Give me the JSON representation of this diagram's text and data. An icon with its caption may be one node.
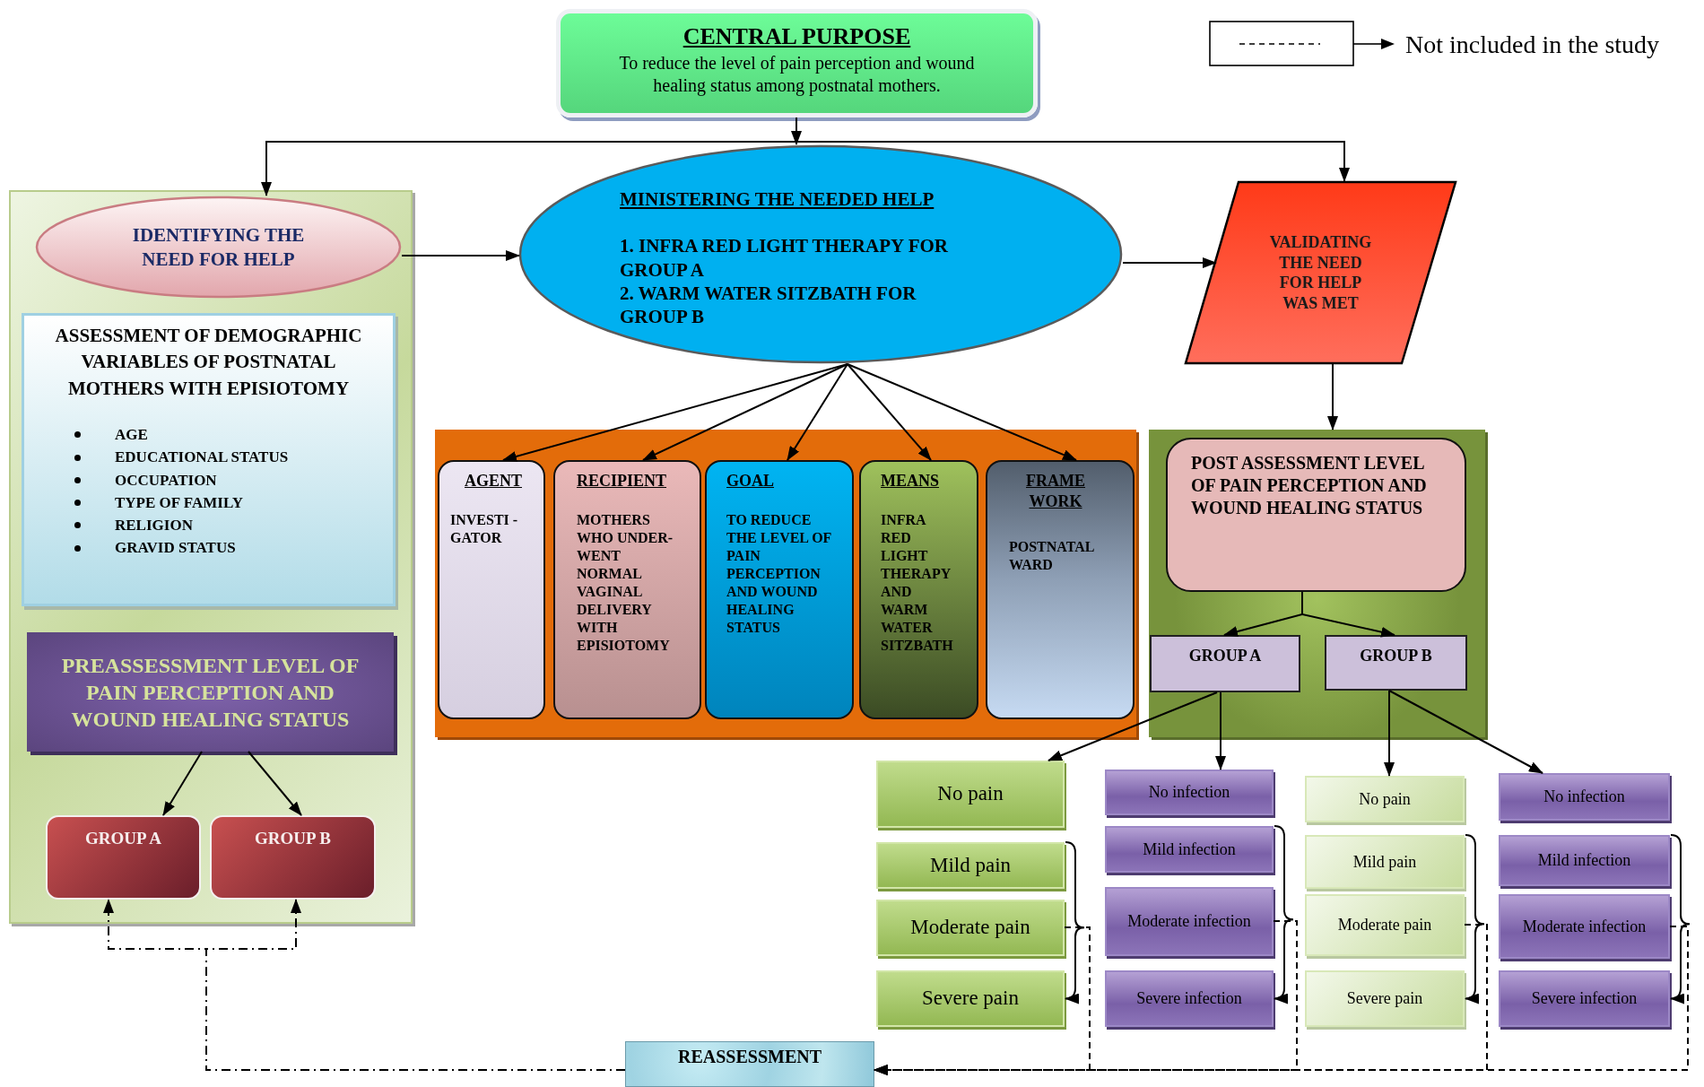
{
  "diagram": {
    "nodes": [
      {
        "text": [
          "CENTRAL PURPOSE",
          "To reduce the level of pain perception and wound healing status among postnatal mothers."
        ]
      },
      {
        "text": [],
        "shape": "box"
      },
      {
        "text": [
          "IDENTIFYING THE NEED FOR HELP"
        ],
        "in": 1
      },
      {
        "text": [
          "ASSESSMENT OF DEMOGRAPHIC VARIABLES OF POSTNATAL MOTHERS WITH EPISIOTOMY",
          "AGE",
          "EDUCATIONAL STATUS",
          "OCCUPATION",
          "TYPE OF FAMILY",
          "RELIGION",
          "GRAVID STATUS"
        ],
        "in": 1
      },
      {
        "text": [
          "PREASSESSMENT LEVEL OF PAIN PERCEPTION AND WOUND HEALING STATUS"
        ],
        "in": 1
      },
      {
        "text": [
          "GROUP A"
        ],
        "in": 1
      },
      {
        "text": [
          "GROUP B"
        ],
        "in": 1
      },
      {
        "text": [
          "MINISTERING THE NEEDED HELP",
          "1. INFRA RED LIGHT THERAPY FOR GROUP A",
          "2. WARM WATER SITZBATH FOR GROUP B"
        ]
      },
      {
        "text": [
          "VALIDATING THE NEED FOR HELP WAS MET"
        ]
      },
      {
        "text": [],
        "shape": "box"
      },
      {
        "text": [
          "AGENT",
          "INVESTI -GATOR"
        ],
        "in": 9
      },
      {
        "text": [
          "RECIPIENT",
          "MOTHERS WHO UNDER- WENT NORMAL VAGINAL DELIVERY WITH EPISIOTOMY"
        ],
        "in": 9
      },
      {
        "text": [
          "GOAL",
          "TO REDUCE THE LEVEL OF PAIN PERCEPTION AND WOUND HEALING STATUS"
        ],
        "in": 9
      },
      {
        "text": [
          "MEANS",
          "INFRA RED LIGHT THERAPY AND WARM WATER SITZBATH"
        ],
        "in": 9
      },
      {
        "text": [
          "FRAME WORK",
          "POSTNATAL WARD"
        ],
        "in": 9
      },
      {
        "text": [],
        "shape": "box"
      },
      {
        "text": [
          "POST ASSESSMENT LEVEL OF PAIN PERCEPTION AND WOUND HEALING STATUS"
        ],
        "in": 15
      },
      {
        "text": [
          "GROUP A"
        ],
        "in": 15
      },
      {
        "text": [
          "GROUP B"
        ],
        "in": 15
      },
      {
        "text": [
          "No pain"
        ]
      },
      {
        "text": [
          "No infection"
        ]
      },
      {
        "text": [
          "No pain"
        ]
      },
      {
        "text": [
          "No infection"
        ]
      },
      {
        "text": [
          "Mild pain"
        ]
      },
      {
        "text": [
          "Mild infection"
        ]
      },
      {
        "text": [
          "Mild pain"
        ]
      },
      {
        "text": [
          "Mild infection"
        ]
      },
      {
        "text": [
          "Moderate pain"
        ]
      },
      {
        "text": [
          "Moderate infection"
        ]
      },
      {
        "text": [
          "Moderate pain"
        ]
      },
      {
        "text": [
          "Moderate infection"
        ]
      },
      {
        "text": [
          "Severe pain"
        ]
      },
      {
        "text": [
          "Severe infection"
        ]
      },
      {
        "text": [
          "Severe pain"
        ]
      },
      {
        "text": [
          "Severe infection"
        ]
      },
      {
        "text": [
          "REASSESSMENT"
        ]
      }
    ],
    "edges": [
      {
        "from": 0,
        "to": 2,
        "arrow": "to"
      },
      {
        "from": 0,
        "to": 7,
        "arrow": "to"
      },
      {
        "from": 0,
        "to": 8,
        "arrow": "to"
      },
      {
        "from": 2,
        "to": 7,
        "arrow": "to"
      },
      {
        "from": 7,
        "to": 8,
        "arrow": "to"
      },
      {
        "from": 7,
        "to": 10,
        "arrow": "to"
      },
      {
        "from": 7,
        "to": 11,
        "arrow": "to"
      },
      {
        "from": 7,
        "to": 12,
        "arrow": "to"
      },
      {
        "from": 7,
        "to": 13,
        "arrow": "to"
      },
      {
        "from": 7,
        "to": 14,
        "arrow": "to"
      },
      {
        "from": 8,
        "to": 15,
        "arrow": "to"
      },
      {
        "from": 4,
        "to": 5,
        "arrow": "to"
      },
      {
        "from": 4,
        "to": 6,
        "arrow": "to"
      },
      {
        "from": 35,
        "to": 5,
        "arrow": "to",
        "style": "dashed"
      },
      {
        "from": 35,
        "to": 6,
        "arrow": "to",
        "style": "dashed"
      },
      {
        "from": 16,
        "to": 17,
        "arrow": "to"
      },
      {
        "from": 16,
        "to": 18,
        "arrow": "to"
      },
      {
        "from": 17,
        "to": 19,
        "arrow": "to"
      },
      {
        "from": 17,
        "to": 20,
        "arrow": "to"
      },
      {
        "from": 18,
        "to": 21,
        "arrow": "to"
      },
      {
        "from": 18,
        "to": 22,
        "arrow": "to"
      },
      {
        "from": 27,
        "to": 35,
        "arrow": "to",
        "style": "dashed"
      },
      {
        "from": 28,
        "to": 35,
        "arrow": "to",
        "style": "dashed"
      },
      {
        "from": 29,
        "to": 35,
        "arrow": "to",
        "style": "dashed"
      },
      {
        "from": 30,
        "to": 35,
        "arrow": "to",
        "style": "dashed"
      },
      {
        "from": 23,
        "to": 31,
        "arrow": "to"
      },
      {
        "from": 24,
        "to": 32,
        "arrow": "to"
      },
      {
        "from": 25,
        "to": 33,
        "arrow": "to"
      },
      {
        "from": 26,
        "to": 34,
        "arrow": "to"
      }
    ],
    "legend": [
      {
        "text": "Not included in the study"
      }
    ]
  }
}
